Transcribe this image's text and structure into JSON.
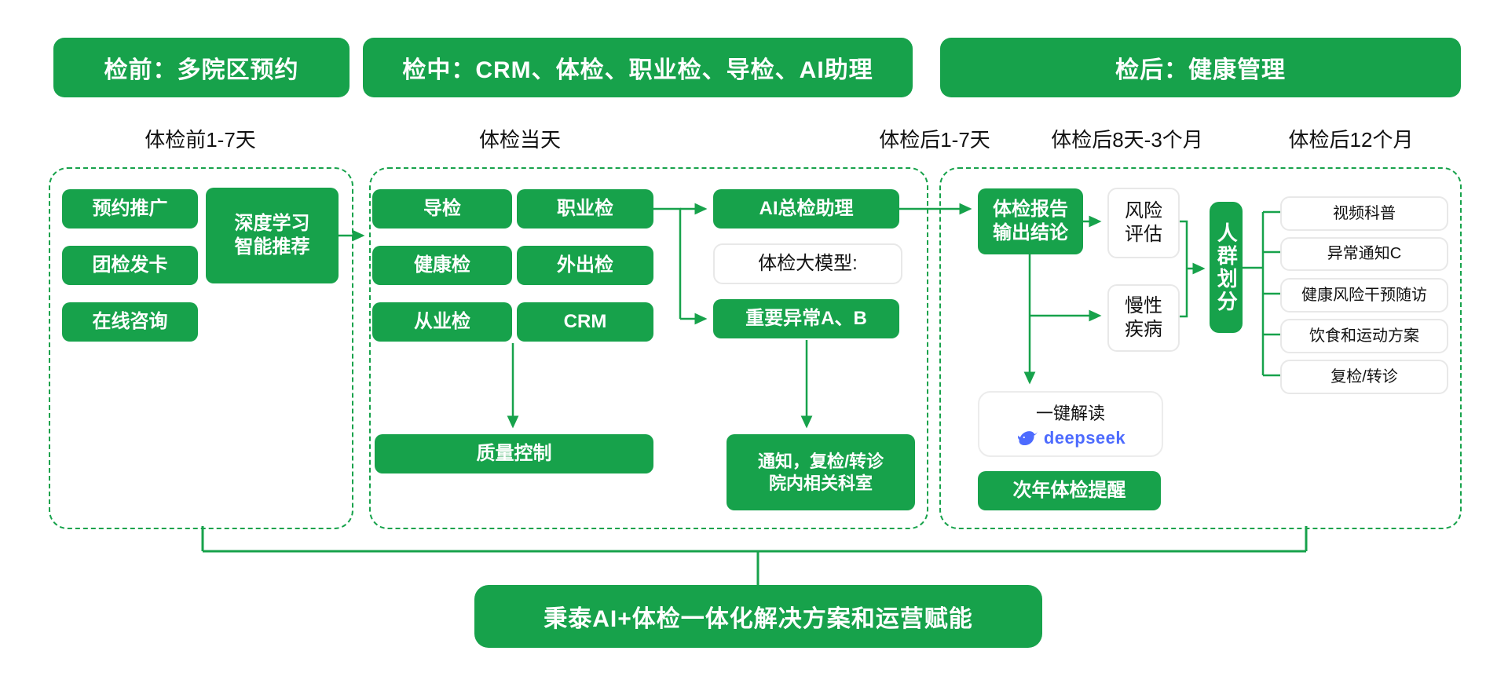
{
  "palette": {
    "green": "#17a24b",
    "deepseek_blue": "#4d6bfe",
    "box_border": "#e8e8e8",
    "text_dark": "#111111",
    "bg": "#ffffff"
  },
  "phases": [
    {
      "title": "检前：多院区预约"
    },
    {
      "title": "检中：CRM、体检、职业检、导检、AI助理"
    },
    {
      "title": "检后：健康管理"
    }
  ],
  "timeline_labels": [
    "体检前1-7天",
    "体检当天",
    "体检后1-7天",
    "体检后8天-3个月",
    "体检后12个月"
  ],
  "pre": {
    "items": [
      {
        "label": "预约推广"
      },
      {
        "label": "团检发卡"
      },
      {
        "label": "在线咨询"
      }
    ],
    "recommend": "深度学习\n智能推荐"
  },
  "mid": {
    "grid": [
      {
        "label": "导检"
      },
      {
        "label": "职业检"
      },
      {
        "label": "健康检"
      },
      {
        "label": "外出检"
      },
      {
        "label": "从业检"
      },
      {
        "label": "CRM"
      }
    ],
    "quality": "质量控制",
    "ai_assistant": "AI总检助理",
    "model": "体检大模型:",
    "abnormal": "重要异常A、B",
    "notify": "通知，复检/转诊\n院内相关科室"
  },
  "post": {
    "report": "体检报告\n输出结论",
    "risk": "风险\n评估",
    "chronic": "慢性\n疾病",
    "segment": "人群划分",
    "actions": [
      {
        "label": "视频科普"
      },
      {
        "label": "异常通知C"
      },
      {
        "label": "健康风险干预随访"
      },
      {
        "label": "饮食和运动方案"
      },
      {
        "label": "复检/转诊"
      }
    ],
    "one_click": "一键解读",
    "deepseek_wordmark": "deepseek",
    "reminder": "次年体检提醒"
  },
  "footer": {
    "banner": "秉泰AI+体检一体化解决方案和运营赋能"
  }
}
